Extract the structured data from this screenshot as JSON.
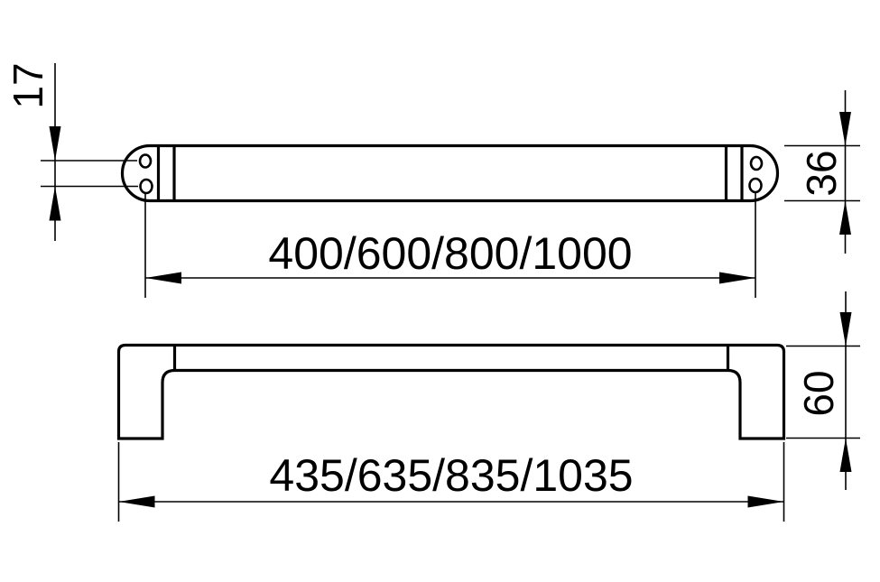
{
  "diagram": {
    "type": "technical-dimension-drawing",
    "colors": {
      "line": "#000000",
      "background": "#ffffff"
    },
    "top_view": {
      "dim_hole_spacing": "17",
      "dim_mounting_lengths": "400/600/800/1000",
      "dim_body_width": "36"
    },
    "front_view": {
      "dim_body_height": "60",
      "dim_overall_lengths": "435/635/835/1035"
    }
  }
}
